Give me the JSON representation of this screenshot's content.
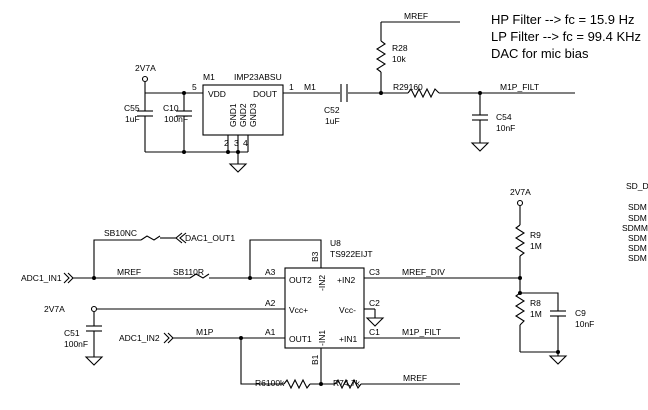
{
  "notes": [
    "HP Filter --> fc = 15.9 Hz",
    "LP Filter --> fc = 99.4 KHz",
    "DAC for mic bias"
  ],
  "nets": {
    "mref_top": "MREF",
    "m1": "M1",
    "m1p_filt_top": "M1P_FILT",
    "v2v7a_top": "2V7A",
    "v2v7a_right": "2V7A",
    "v2v7a_left": "2V7A",
    "adc1_in1": "ADC1_IN1",
    "adc1_in2": "ADC1_IN2",
    "mref_mid": "MREF",
    "mref_div": "MREF_DIV",
    "m1p_filt_mid": "M1P_FILT",
    "m1p": "M1P",
    "mref_bottom": "MREF",
    "dac1_out1": "DAC1_OUT1"
  },
  "mic": {
    "ref": "M1",
    "part": "IMP23ABSU",
    "pin_vdd": "VDD",
    "pin_dout": "DOUT",
    "pin5": "5",
    "pin1": "1",
    "gnd1": "GND1",
    "gnd2": "GND2",
    "gnd3": "GND3",
    "pin2": "2",
    "pin3": "3",
    "pin4": "4"
  },
  "components": {
    "c55_ref": "C55",
    "c55_val": "1uF",
    "c10_ref": "C10",
    "c10_val": "100nF",
    "c52_ref": "C52",
    "c52_val": "1uF",
    "r28_ref": "R28",
    "r28_val": "10k",
    "r29_label": "R29160",
    "c54_ref": "C54",
    "c54_val": "10nF",
    "sb10_label": "SB10NC",
    "sb11_label": "SB110R",
    "c51_ref": "C51",
    "c51_val": "100nF",
    "r9_ref": "R9",
    "r9_val": "1M",
    "r8_ref": "R8",
    "r8_val": "1M",
    "c9_ref": "C9",
    "c9_val": "10nF",
    "r6_label": "R6100k",
    "r7_label": "R74.7k",
    "c2_label": "C2"
  },
  "opamp": {
    "ref": "U8",
    "part": "TS922EIJT",
    "out2": "OUT2",
    "in2p": "+IN2",
    "in2n": "-IN2",
    "vccp": "Vcc+",
    "vccn": "Vcc-",
    "out1": "OUT1",
    "in1n": "-IN1",
    "in1p": "+IN1",
    "b3": "B3",
    "a3": "A3",
    "c3": "C3",
    "a2": "A2",
    "c2": "C2",
    "a1": "A1",
    "c1": "C1",
    "b1": "B1"
  },
  "cutoff_labels": [
    "SD_D",
    "SDM",
    "SDM",
    "SDMM",
    "SDM",
    "SDM",
    "SDM"
  ]
}
